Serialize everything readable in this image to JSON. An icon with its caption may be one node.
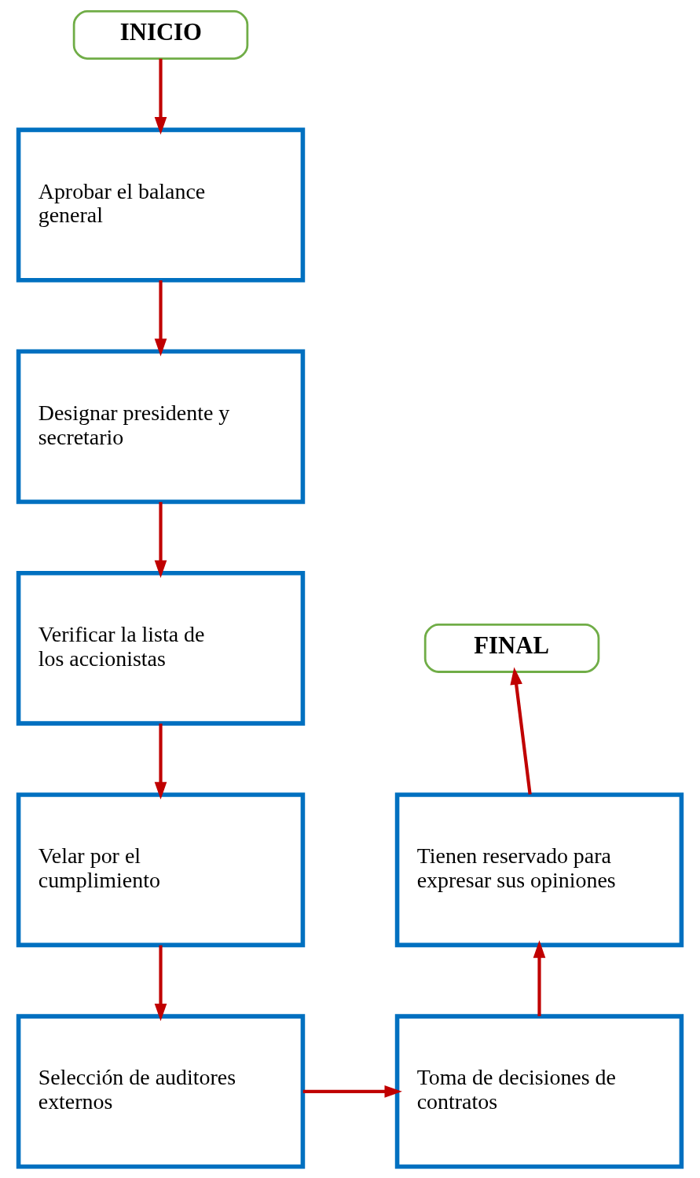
{
  "diagram": {
    "nodes": [
      {
        "text": [
          "INICIO"
        ]
      },
      {
        "text": [
          "Aprobar el balance general"
        ]
      },
      {
        "text": [
          "Designar presidente y secretario"
        ]
      },
      {
        "text": [
          "Verificar la lista de los accionistas"
        ]
      },
      {
        "text": [
          "Velar por el cumplimiento"
        ]
      },
      {
        "text": [
          "Selección de auditores externos"
        ]
      },
      {
        "text": [
          "FINAL"
        ]
      },
      {
        "text": [
          "Tienen reservado para expresar sus opiniones"
        ]
      },
      {
        "text": [
          "Toma de decisiones de contratos"
        ]
      }
    ],
    "edges": [
      {
        "from": 0,
        "to": 1,
        "arrow": "to"
      },
      {
        "from": 1,
        "to": 2,
        "arrow": "to"
      },
      {
        "from": 2,
        "to": 3,
        "arrow": "to"
      },
      {
        "from": 3,
        "to": 4,
        "arrow": "to"
      },
      {
        "from": 4,
        "to": 5,
        "arrow": "to"
      },
      {
        "from": 5,
        "to": 8,
        "arrow": "to"
      },
      {
        "from": 8,
        "to": 7,
        "arrow": "to"
      },
      {
        "from": 7,
        "to": 6,
        "arrow": "to"
      }
    ]
  }
}
